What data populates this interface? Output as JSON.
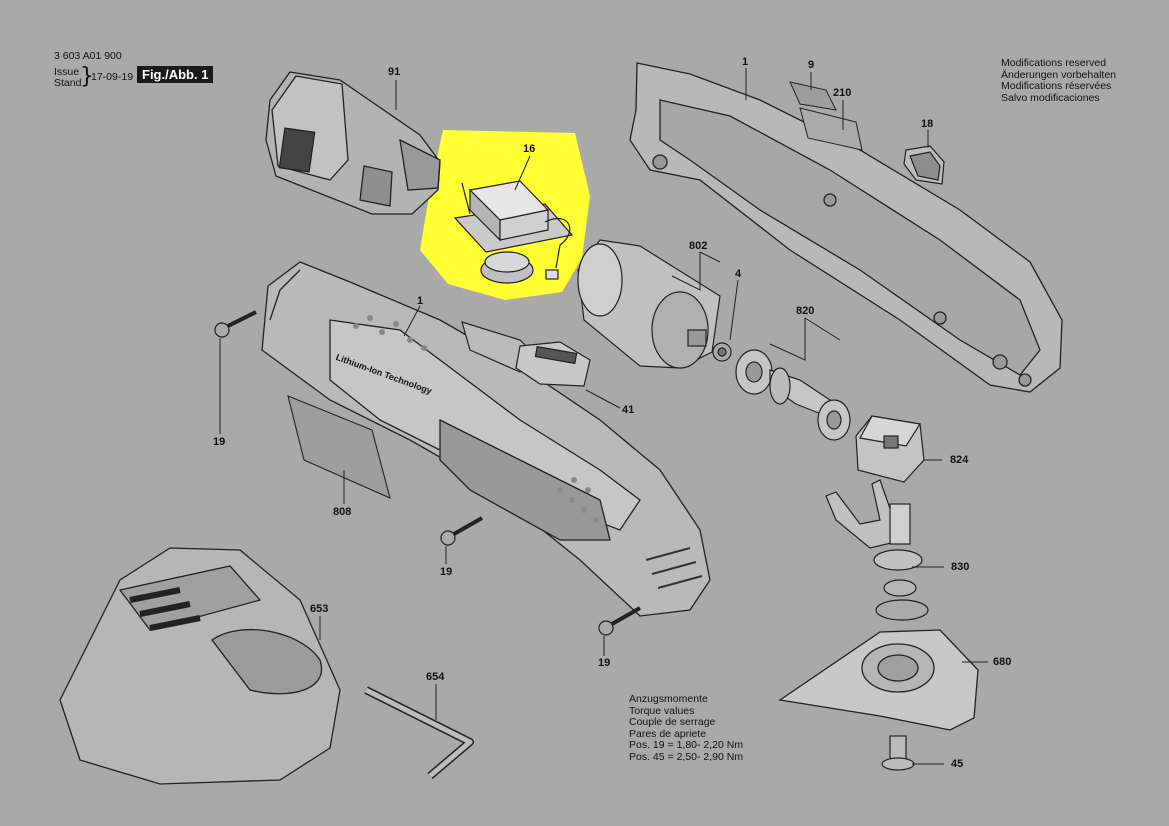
{
  "header": {
    "drawing_number": "3 603 A01 900",
    "issue_label": "Issue",
    "stand_label": "Stand",
    "issue_date": "17-09-19",
    "figure_label": "Fig./Abb. 1"
  },
  "notes": {
    "modifications": [
      "Modifications reserved",
      "Änderungen vorbehalten",
      "Modifications réservées",
      "Salvo modificaciones"
    ],
    "torque": [
      "Anzugsmomente",
      "Torque values",
      "Couple de serrage",
      "Pares de apriete",
      "Pos. 19 = 1,80- 2,20 Nm",
      "Pos. 45 = 2,50- 2,90 Nm"
    ]
  },
  "housing_print": "Lithium-Ion Technology",
  "highlight_color": "#ffff33",
  "callouts": [
    "91",
    "16",
    "1",
    "9",
    "210",
    "18",
    "802",
    "4",
    "820",
    "41",
    "1",
    "19",
    "19",
    "808",
    "824",
    "830",
    "19",
    "653",
    "654",
    "680",
    "45"
  ]
}
